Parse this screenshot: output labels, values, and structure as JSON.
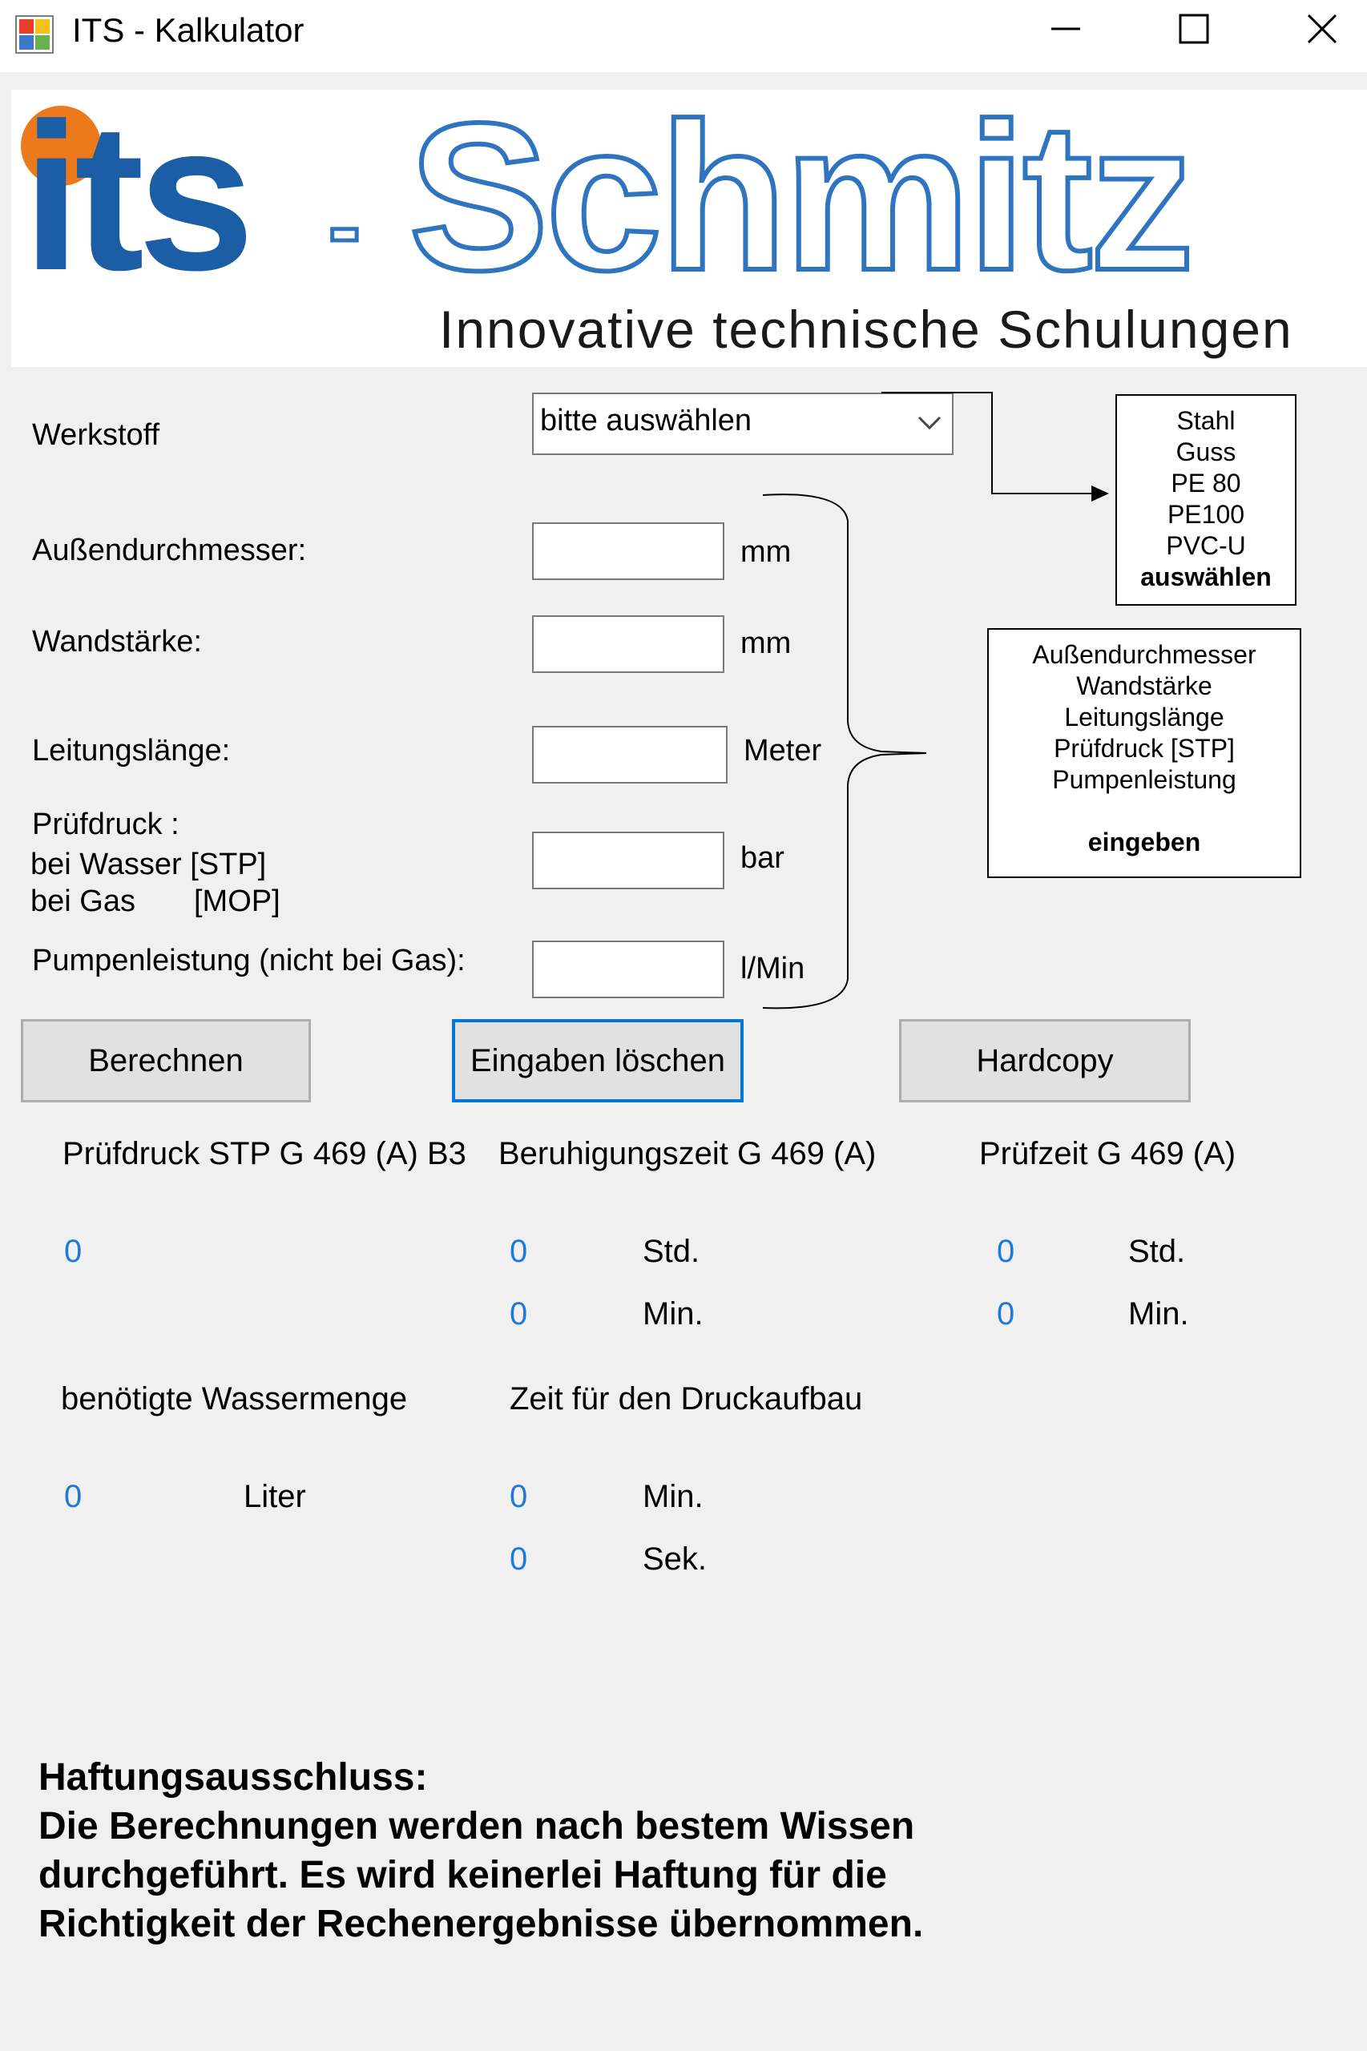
{
  "window": {
    "title": "ITS - Kalkulator"
  },
  "logo": {
    "brand": "its-Schmitz",
    "tagline": "Innovative technische Schulungen",
    "colors": {
      "dark_blue": "#1b5ea6",
      "outline_blue": "#2e74bf",
      "orange": "#ec7a1c"
    }
  },
  "form": {
    "material_label": "Werkstoff",
    "material_value": "bitte auswählen",
    "outer_diameter_label": "Außendurchmesser:",
    "outer_diameter_unit": "mm",
    "outer_diameter_value": "",
    "wall_thickness_label": "Wandstärke:",
    "wall_thickness_unit": "mm",
    "wall_thickness_value": "",
    "pipe_length_label": "Leitungslänge:",
    "pipe_length_unit": "Meter",
    "pipe_length_value": "",
    "test_pressure_label_1": "Prüfdruck :",
    "test_pressure_label_2": "bei Wasser [STP]",
    "test_pressure_label_3a": "bei Gas",
    "test_pressure_label_3b": "[MOP]",
    "test_pressure_unit": "bar",
    "test_pressure_value": "",
    "pump_label": "Pumpenleistung (nicht bei Gas):",
    "pump_unit": "l/Min",
    "pump_value": ""
  },
  "callouts": {
    "materials": [
      "Stahl",
      "Guss",
      "PE 80",
      "PE100",
      "PVC-U"
    ],
    "materials_action": "auswählen",
    "inputs": [
      "Außendurchmesser",
      "Wandstärke",
      "Leitungslänge",
      "Prüfdruck [STP]",
      "Pumpenleistung"
    ],
    "inputs_action": "eingeben"
  },
  "buttons": {
    "calculate": "Berechnen",
    "clear": "Eingaben löschen",
    "hardcopy": "Hardcopy"
  },
  "results": {
    "test_pressure_title": "Prüfdruck STP G 469 (A) B3",
    "test_pressure_value": "0",
    "settle_title": "Beruhigungszeit G 469 (A)",
    "settle_hours": "0",
    "settle_minutes": "0",
    "test_time_title": "Prüfzeit G 469 (A)",
    "test_time_hours": "0",
    "test_time_minutes": "0",
    "water_title": "benötigte Wassermenge",
    "water_value": "0",
    "water_unit": "Liter",
    "pressure_build_title": "Zeit für den Druckaufbau",
    "pressure_build_minutes": "0",
    "pressure_build_seconds": "0",
    "unit_hours": "Std.",
    "unit_minutes": "Min.",
    "unit_seconds": "Sek."
  },
  "disclaimer": {
    "lines": [
      "Haftungsausschluss:",
      "Die Berechnungen werden nach bestem Wissen",
      "durchgeführt.  Es wird keinerlei Haftung für die",
      "Richtigkeit der Rechenergebnisse übernommen."
    ]
  },
  "colors": {
    "result_value": "#1f79d8",
    "focus_border": "#0078d7",
    "button_face": "#e1e1e1",
    "window_bg": "#f0f0f0"
  }
}
